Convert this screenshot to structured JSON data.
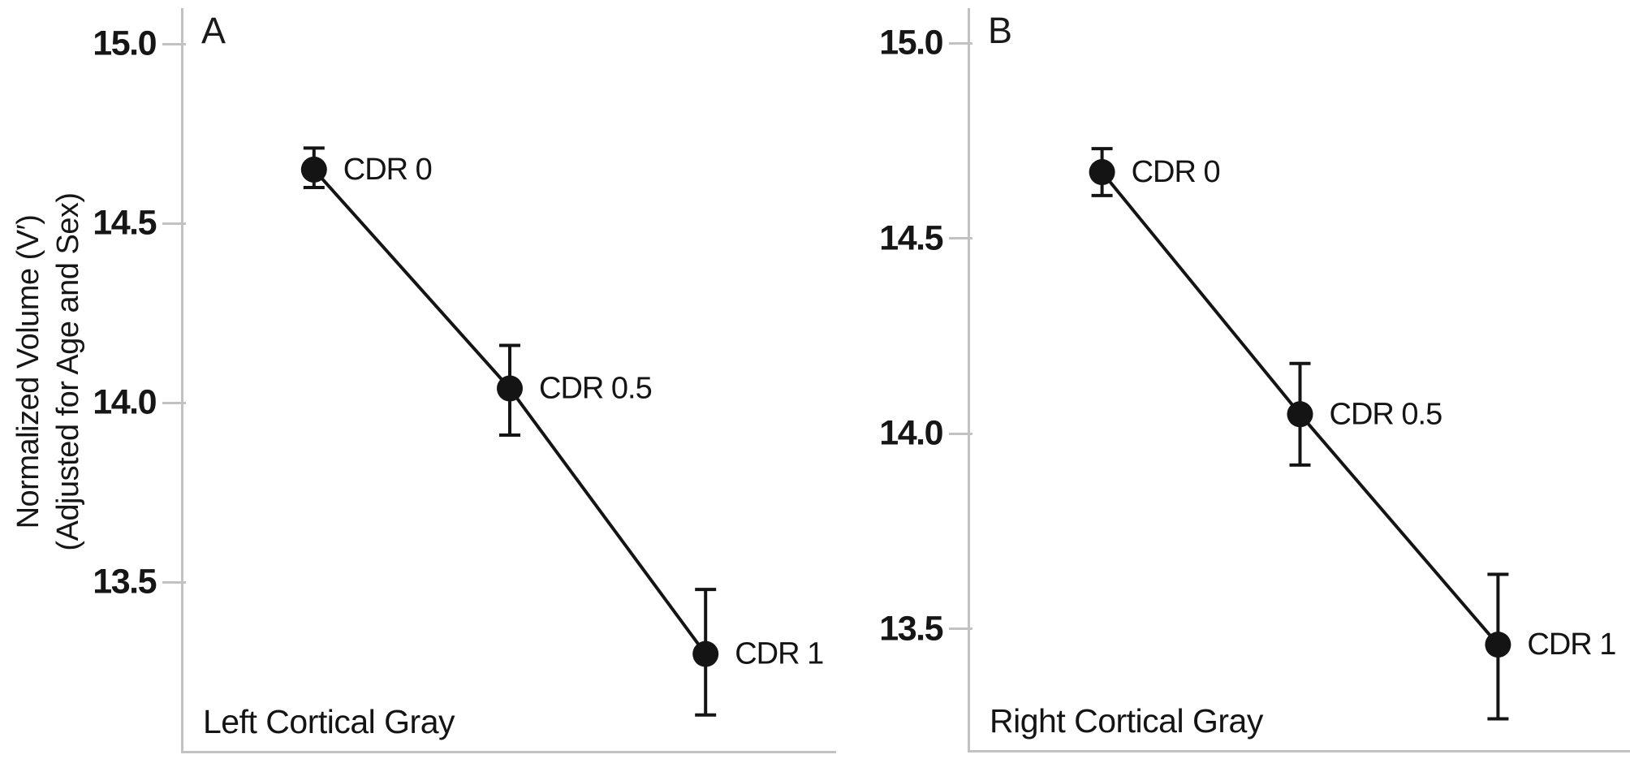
{
  "figure": {
    "ylabel_line1": "Normalized Volume (V′)",
    "ylabel_line2": "(Adjusted for Age and Sex)",
    "colors": {
      "axis": "#c2c2c2",
      "data": "#141414"
    }
  },
  "chart_data": [
    {
      "type": "line",
      "panel_label": "A",
      "title": "Left Cortical Gray",
      "ylabel": "Normalized Volume (V′) (Adjusted for Age and Sex)",
      "yticks": [
        15.0,
        14.5,
        14.0,
        13.5
      ],
      "ytick_labels": [
        "15.0",
        "14.5",
        "14.0",
        "13.5"
      ],
      "ylim": [
        13.03,
        15.1
      ],
      "grid": false,
      "marker": "filled-circle",
      "error_bars": true,
      "x_fractions": [
        0.2,
        0.5,
        0.8
      ],
      "points": [
        {
          "label": "CDR 0",
          "y": 14.65,
          "err_low": 14.6,
          "err_high": 14.71
        },
        {
          "label": "CDR 0.5",
          "y": 14.04,
          "err_low": 13.91,
          "err_high": 14.16
        },
        {
          "label": "CDR 1",
          "y": 13.3,
          "err_low": 13.13,
          "err_high": 13.48
        }
      ]
    },
    {
      "type": "line",
      "panel_label": "B",
      "title": "Right Cortical Gray",
      "ylabel": "Normalized Volume (V′) (Adjusted for Age and Sex)",
      "yticks": [
        15.0,
        14.5,
        14.0,
        13.5
      ],
      "ytick_labels": [
        "15.0",
        "14.5",
        "14.0",
        "13.5"
      ],
      "ylim": [
        13.19,
        15.09
      ],
      "grid": false,
      "marker": "filled-circle",
      "error_bars": true,
      "x_fractions": [
        0.2,
        0.5,
        0.8
      ],
      "points": [
        {
          "label": "CDR 0",
          "y": 14.67,
          "err_low": 14.61,
          "err_high": 14.73
        },
        {
          "label": "CDR 0.5",
          "y": 14.05,
          "err_low": 13.92,
          "err_high": 14.18
        },
        {
          "label": "CDR 1",
          "y": 13.46,
          "err_low": 13.27,
          "err_high": 13.64
        }
      ]
    }
  ]
}
